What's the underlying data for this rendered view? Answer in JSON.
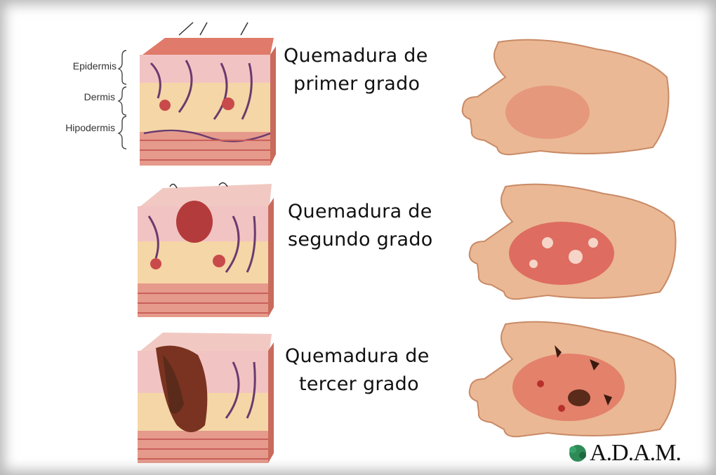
{
  "layers": {
    "epidermis": "Epidermis",
    "dermis": "Dermis",
    "hypodermis": "Hipodermis"
  },
  "burns": [
    {
      "line1": "Quemadura de",
      "line2": "primer grado"
    },
    {
      "line1": "Quemadura de",
      "line2": "segundo grado"
    },
    {
      "line1": "Quemadura de",
      "line2": "tercer grado"
    }
  ],
  "logo": {
    "text": "A.D.A.M."
  },
  "colors": {
    "skin_light": "#f6d5c8",
    "skin_pink": "#eea3a3",
    "tissue_red": "#c94a4a",
    "vessel": "#6b3a6e",
    "fat": "#f4d4a0",
    "hand": "#eab894",
    "burn_red": "#d9534f",
    "char": "#5a2a1a",
    "logo_green": "#2e8b57"
  }
}
